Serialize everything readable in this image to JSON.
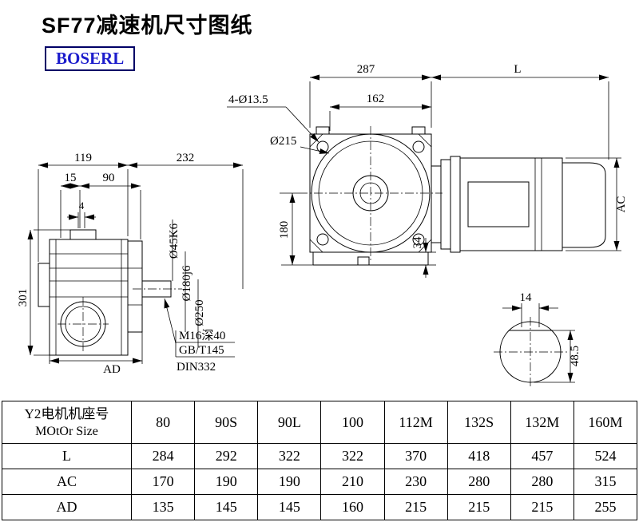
{
  "page": {
    "title": "SF77减速机尺寸图纸",
    "brand": "BOSERL"
  },
  "drawing": {
    "side_view": {
      "dim_top_left": "119",
      "dim_top_right": "232",
      "dim_15": "15",
      "dim_90": "90",
      "dim_4": "4",
      "dim_height": "301",
      "dim_ad": "AD",
      "shaft_dia": "Ø45K6",
      "spigot_dia": "Ø180j6",
      "flange_dia": "Ø250",
      "tap_note_line1": "M16深40",
      "tap_note_line2": "GB/T145",
      "tap_note_line3": "DIN332"
    },
    "front_view": {
      "dim_width": "287",
      "dim_motor_length": "L",
      "dim_162": "162",
      "bolt_holes": "4-Ø13.5",
      "pilot_dia": "Ø215",
      "dim_center_height": "180",
      "dim_foot": "34",
      "dim_motor_dia": "AC"
    },
    "shaft_section": {
      "key_width": "14",
      "key_height": "48.5"
    }
  },
  "table": {
    "row_header_line1": "Y2电机机座号",
    "row_header_line2": "MOtOr Size",
    "sizes": [
      "80",
      "90S",
      "90L",
      "100",
      "112M",
      "132S",
      "132M",
      "160M"
    ],
    "rows": [
      {
        "label": "L",
        "values": [
          "284",
          "292",
          "322",
          "322",
          "370",
          "418",
          "457",
          "524"
        ]
      },
      {
        "label": "AC",
        "values": [
          "170",
          "190",
          "190",
          "210",
          "230",
          "280",
          "280",
          "315"
        ]
      },
      {
        "label": "AD",
        "values": [
          "135",
          "145",
          "145",
          "160",
          "215",
          "215",
          "215",
          "255"
        ]
      }
    ]
  }
}
